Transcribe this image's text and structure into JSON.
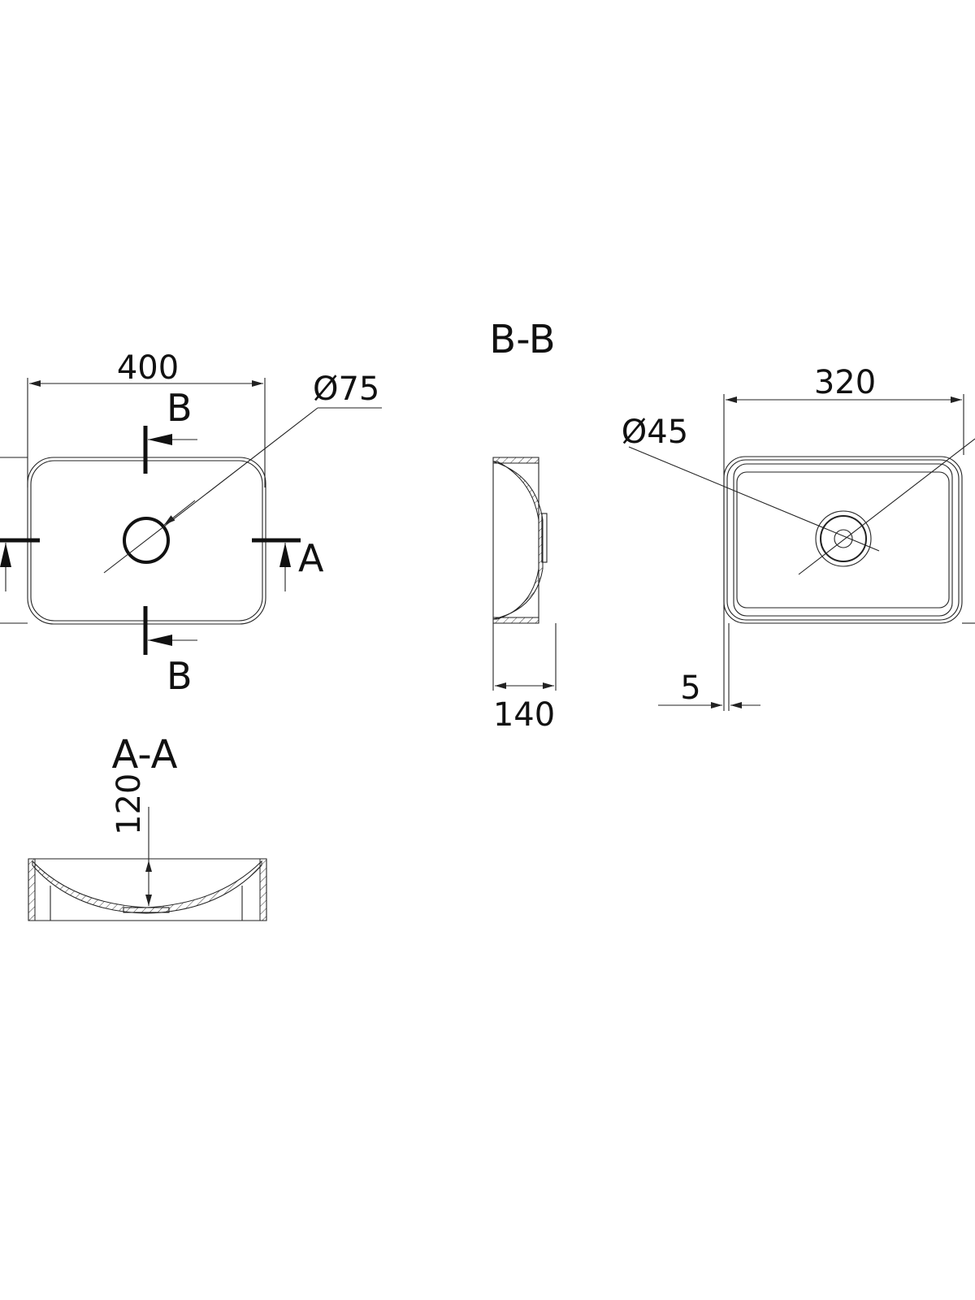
{
  "top_view": {
    "width_dim": "400",
    "drain_dim": "Ø75",
    "section_b_top": "B",
    "section_b_bottom": "B",
    "section_a": "A"
  },
  "section_bb": {
    "title": "B-B",
    "depth_dim": "140"
  },
  "bottom_view": {
    "width_dim": "320",
    "drain_dim": "Ø45",
    "wall_dim": "5"
  },
  "section_aa": {
    "title": "A-A",
    "height_dim": "120"
  },
  "colors": {
    "line": "#222222",
    "background": "#ffffff"
  }
}
